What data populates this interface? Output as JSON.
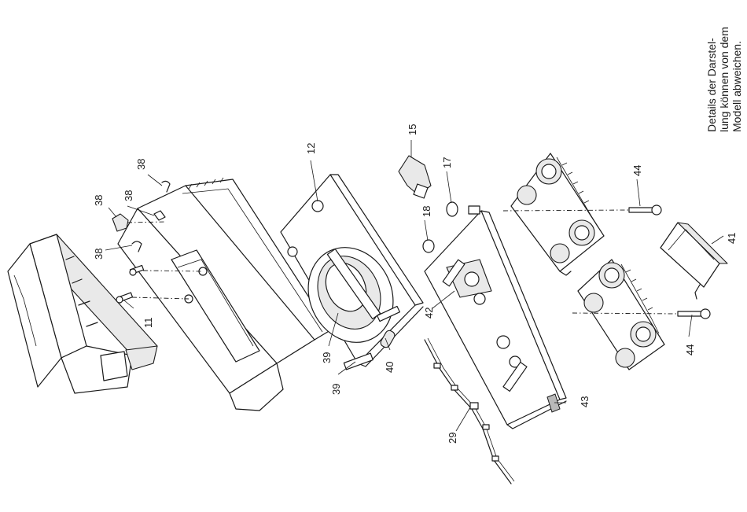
{
  "note_lines": [
    "Details der Darstel-",
    "lung können von dem",
    "Modell abweichen."
  ],
  "callouts": {
    "p38a": "38",
    "p38b": "38",
    "p38c": "38",
    "p38d": "38",
    "p11": "11",
    "p12": "12",
    "p39a": "39",
    "p39b": "39",
    "p40": "40",
    "p15": "15",
    "p17": "17",
    "p18": "18",
    "p42": "42",
    "p29": "29",
    "p43": "43",
    "p44a": "44",
    "p44b": "44",
    "p41": "41"
  }
}
